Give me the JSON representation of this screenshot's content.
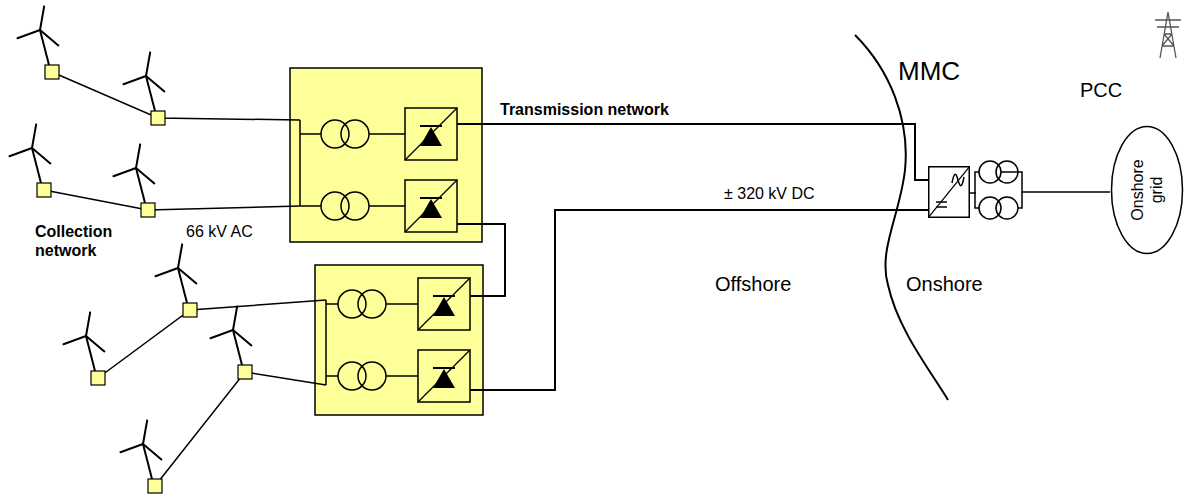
{
  "diagram": {
    "nodes": [
      {
        "text": [
          "MMC"
        ]
      },
      {
        "text": [
          "Onshore grid"
        ]
      }
    ],
    "edges": [
      {
        "from": 0,
        "to": 1,
        "arrow": "none"
      }
    ],
    "labels": [
      "Transmission network",
      "± 320 kV DC",
      "Collection network",
      "66 kV AC",
      "Offshore",
      "Onshore",
      "PCC"
    ]
  }
}
